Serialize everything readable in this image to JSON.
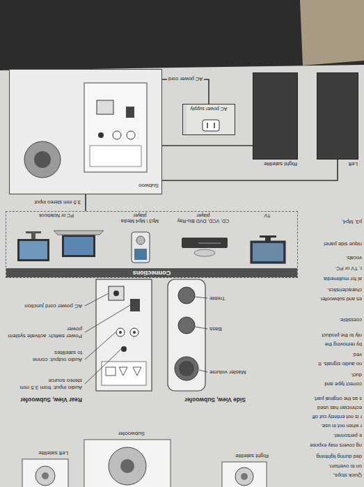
{
  "diagram": {
    "nodes": [
      {
        "text": [
          "Connections"
        ]
      },
      {
        "text": [
          "TV"
        ],
        "in": 0
      },
      {
        "text": [
          "CD, VCD, DVD Blu-Ray player"
        ],
        "in": 0
      },
      {
        "text": [
          "Mp3 \\ Mp4 Media player"
        ],
        "in": 0
      },
      {
        "text": [
          "PC or Notebook"
        ],
        "in": 0
      },
      {
        "text": [
          "Subwoo"
        ]
      },
      {
        "text": [
          "Left"
        ]
      },
      {
        "text": [
          "Right satellite"
        ]
      },
      {
        "text": [
          "AC power supply"
        ]
      }
    ],
    "edges": [
      {
        "from": 0,
        "to": 5,
        "label": "3.5 mm stereo input",
        "arrow": "none"
      },
      {
        "from": 5,
        "to": 7,
        "arrow": "none"
      },
      {
        "from": 5,
        "to": 6,
        "arrow": "none"
      },
      {
        "from": 8,
        "to": 5,
        "label": "AC power cord",
        "arrow": "none"
      }
    ],
    "labels": [
      "Quick stops,",
      "on to overturn.",
      "ded during lightning",
      "ng covers may expose",
      "e personnel.",
      "r when not in use.",
      "r is not entirely cut off",
      "echnician has used",
      "s as the original part.",
      "correct type and",
      "duct.",
      "no audio signals. It",
      "ved.",
      "by removing the",
      "nly to the product",
      "ccessible.",
      "es and subwoofer.",
      "characteristics.",
      "al for multimedia",
      "r, TV or PC.",
      "vocals.",
      "nique side panel",
      "p3, Mp4,",
      "Right satellite",
      "Subwoofer",
      "Left satellite",
      "Side View, Subwoofer",
      "Master volume",
      "Bass",
      "Treble",
      "Rear View, Subwoofer",
      "Audio input: from 3.5 mm stereo source",
      "Audio output: conne",
      "to satellites",
      "Power switch: activate system power",
      "AC power cord junction"
    ]
  }
}
